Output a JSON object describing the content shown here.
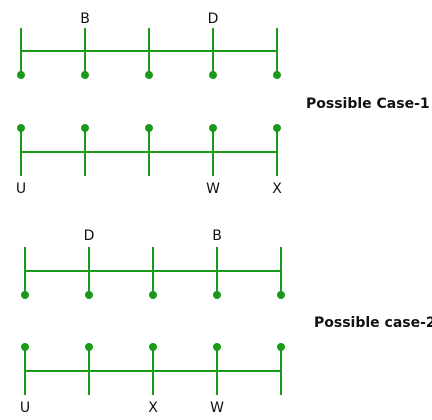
{
  "colors": {
    "line": "#1a9a1a",
    "text": "#111111"
  },
  "case1": {
    "title": "Possible Case-1",
    "top_row_labels": [
      "",
      "B",
      "",
      "D",
      ""
    ],
    "bottom_row_labels": [
      "U",
      "",
      "",
      "W",
      "X"
    ]
  },
  "case2": {
    "title": "Possible case-2",
    "top_row_labels": [
      "",
      "D",
      "",
      "B",
      ""
    ],
    "bottom_row_labels": [
      "U",
      "",
      "X",
      "W",
      ""
    ]
  }
}
